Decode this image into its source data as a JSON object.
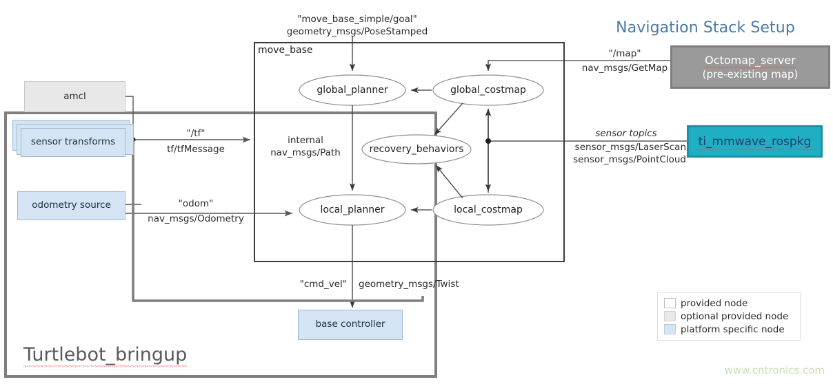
{
  "title": "Navigation Stack Setup",
  "watermark": "www.cntronics.com",
  "containers": {
    "move_base": {
      "label": "move_base"
    },
    "turtlebot_bringup": {
      "label": "Turtlebot_bringup"
    }
  },
  "nodes": {
    "amcl": {
      "label": "amcl",
      "kind": "optional provided node"
    },
    "sensor_transforms": {
      "label": "sensor transforms",
      "kind": "platform specific node"
    },
    "odometry_source": {
      "label": "odometry source",
      "kind": "platform specific node"
    },
    "base_controller": {
      "label": "base controller",
      "kind": "platform specific node"
    },
    "global_planner": {
      "label": "global_planner",
      "kind": "provided node"
    },
    "global_costmap": {
      "label": "global_costmap",
      "kind": "provided node"
    },
    "recovery_behaviors": {
      "label": "recovery_behaviors",
      "kind": "provided node"
    },
    "local_planner": {
      "label": "local_planner",
      "kind": "provided node"
    },
    "local_costmap": {
      "label": "local_costmap",
      "kind": "provided node"
    },
    "octomap_server": {
      "line1": "Octomap_server",
      "line2": "(pre-existing  map)",
      "color": "#9a9a9a"
    },
    "ti_mmwave_rospkg": {
      "line1": "ti_mmwave_rospkg",
      "color": "#20aec4"
    }
  },
  "edges": {
    "goal": {
      "topic": "\"move_base_simple/goal\"",
      "type": "geometry_msgs/PoseStamped"
    },
    "tf": {
      "topic": "\"/tf\"",
      "type": "tf/tfMessage"
    },
    "odom": {
      "topic": "\"odom\"",
      "type": "nav_msgs/Odometry"
    },
    "map": {
      "topic": "\"/map\"",
      "type": "nav_msgs/GetMap"
    },
    "sensor": {
      "topic": "sensor topics",
      "type1": "sensor_msgs/LaserScan",
      "type2": "sensor_msgs/PointCloud"
    },
    "internal": {
      "topic": "internal",
      "type": "nav_msgs/Path"
    },
    "cmd_vel": {
      "topic": "\"cmd_vel\"",
      "type": "geometry_msgs/Twist"
    }
  },
  "legend": {
    "items": [
      {
        "label": "provided node",
        "color": "#ffffff"
      },
      {
        "label": "optional provided node",
        "color": "#e8e8e8"
      },
      {
        "label": "platform specific node",
        "color": "#d4e4f4"
      }
    ]
  }
}
